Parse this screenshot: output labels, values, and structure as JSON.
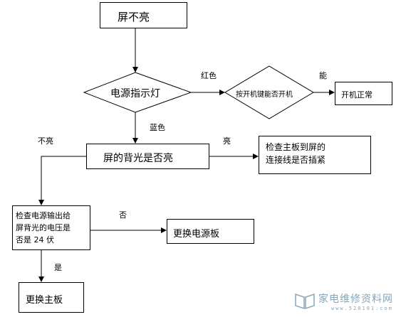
{
  "nodes": {
    "screen_off": "屏不亮",
    "power_indicator": "电源指示灯",
    "power_button_check": "按开机键能否开机",
    "boot_normal": "开机正常",
    "backlight_check": "屏的背光是否亮",
    "check_connection": "检查主板到屏的\n连接线是否插紧",
    "check_voltage": "检查电源输出给\n屏背光的电压是\n否是 24 伏",
    "replace_power_board": "更换电源板",
    "replace_main_board": "更换主板"
  },
  "edges": {
    "red": "红色",
    "can": "能",
    "blue": "蓝色",
    "not_lit": "不亮",
    "lit": "亮",
    "no": "否",
    "yes": "是"
  },
  "watermark": {
    "text": "家电维修资料网",
    "url": "www.520101.com"
  }
}
